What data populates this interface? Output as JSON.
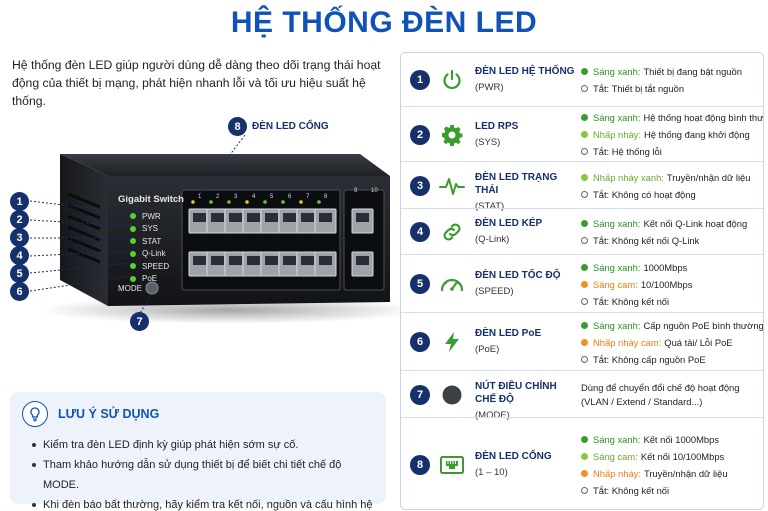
{
  "title": "HỆ THỐNG ĐÈN LED",
  "intro": "Hệ thống đèn LED giúp người dùng dễ dàng theo dõi trạng thái hoạt động của thiết bị mạng, phát hiện nhanh lỗi và tối ưu hiệu suất hệ thống.",
  "device": {
    "brand": "Gigabit Switch",
    "leds": [
      "PWR",
      "SYS",
      "STAT",
      "Q-Link",
      "SPEED",
      "PoE"
    ],
    "mode_label": "MODE",
    "callouts": [
      "1",
      "2",
      "3",
      "4",
      "5",
      "6"
    ],
    "mode_callout": "7",
    "port_callout": {
      "num": "8",
      "label": "ĐÈN LED CỔNG"
    },
    "port_numbers": [
      "1",
      "2",
      "3",
      "4",
      "5",
      "6",
      "7",
      "8",
      "9",
      "10"
    ]
  },
  "tips": {
    "title": "LƯU Ý SỬ DỤNG",
    "items": [
      "Kiểm tra đèn LED định kỳ giúp phát hiện sớm sự cố.",
      "Tham khảo hướng dẫn sử dụng thiết bị để biết chi tiết chế độ MODE.",
      "Khi đèn báo bất thường, hãy kiểm tra kết nối, nguồn và cấu hình hệ thống."
    ]
  },
  "rows": [
    {
      "num": "1",
      "icon": "power-icon",
      "name": "ĐÈN LED HỆ THỐNG",
      "code": "(PWR)",
      "states": [
        {
          "dot": "g",
          "key": "Sáng xanh:",
          "text": "Thiết bị đang bật nguồn"
        },
        {
          "dot": "off",
          "key": "",
          "text": "Tắt: Thiết bị tắt nguồn"
        }
      ]
    },
    {
      "num": "2",
      "icon": "gear-icon",
      "name": "LED RPS",
      "code": "(SYS)",
      "states": [
        {
          "dot": "g",
          "key": "Sáng xanh:",
          "text": "Hệ thống hoạt động bình thường"
        },
        {
          "dot": "lg",
          "key": "Nhấp nháy:",
          "text": "Hệ thống đang khởi động"
        },
        {
          "dot": "off",
          "key": "",
          "text": "Tắt: Hệ thống lỗi"
        }
      ]
    },
    {
      "num": "3",
      "icon": "pulse-icon",
      "name": "ĐÈN LED TRẠNG THÁI",
      "code": "(STAT)",
      "states": [
        {
          "dot": "lg",
          "key": "Nhấp nháy xanh:",
          "text": "Truyền/nhận dữ liệu"
        },
        {
          "dot": "off",
          "key": "",
          "text": "Tắt: Không có hoạt động"
        }
      ]
    },
    {
      "num": "4",
      "icon": "link-icon",
      "name": "ĐÈN LED KÉP",
      "code": "(Q-Link)",
      "states": [
        {
          "dot": "g",
          "key": "Sáng xanh:",
          "text": "Kết nối Q-Link hoạt động"
        },
        {
          "dot": "off",
          "key": "",
          "text": "Tắt: Không kết nối Q-Link"
        }
      ]
    },
    {
      "num": "5",
      "icon": "speedometer-icon",
      "name": "ĐÈN LED TỐC ĐỘ",
      "code": "(SPEED)",
      "states": [
        {
          "dot": "g",
          "key": "Sáng xanh:",
          "text": "1000Mbps"
        },
        {
          "dot": "o",
          "key": "Sáng cam:",
          "text": "10/100Mbps"
        },
        {
          "dot": "off",
          "key": "",
          "text": "Tắt: Không kết nối"
        }
      ]
    },
    {
      "num": "6",
      "icon": "lightning-icon",
      "name": "ĐÈN LED PoE",
      "code": "(PoE)",
      "states": [
        {
          "dot": "g",
          "key": "Sáng xanh:",
          "text": "Cấp nguồn PoE bình thường"
        },
        {
          "dot": "o",
          "key": "Nhấp nháy cam:",
          "text": "Quá tải/ Lỗi PoE"
        },
        {
          "dot": "off",
          "key": "",
          "text": "Tắt: Không cấp nguồn PoE"
        }
      ]
    },
    {
      "num": "7",
      "icon": "circle-button-icon",
      "name": "NÚT ĐIỀU CHỈNH CHẾ ĐỘ",
      "code": "(MODE)",
      "desc": [
        "Dùng để chuyển đổi chế độ hoạt động",
        "(VLAN / Extend / Standard...)"
      ]
    },
    {
      "num": "8",
      "icon": "port-icon",
      "name": "ĐÈN LED CỔNG",
      "code": "(1 – 10)",
      "states": [
        {
          "dot": "g",
          "key": "Sáng xanh:",
          "text": "Kết nối 1000Mbps"
        },
        {
          "dot": "g",
          "key": "Sáng cam:",
          "text": "Kết nối 10/100Mbps"
        },
        {
          "dot": "o",
          "key": "Nhấp nháy:",
          "text": "Truyền/nhận dữ liệu"
        },
        {
          "dot": "off",
          "key": "",
          "text": "Tắt: Không kết nối"
        }
      ]
    }
  ],
  "colors": {
    "primary": "#0f53b8",
    "navy": "#15306b",
    "green": "#3a9b2e",
    "lightgreen": "#8cc63f",
    "orange": "#f5901e"
  }
}
